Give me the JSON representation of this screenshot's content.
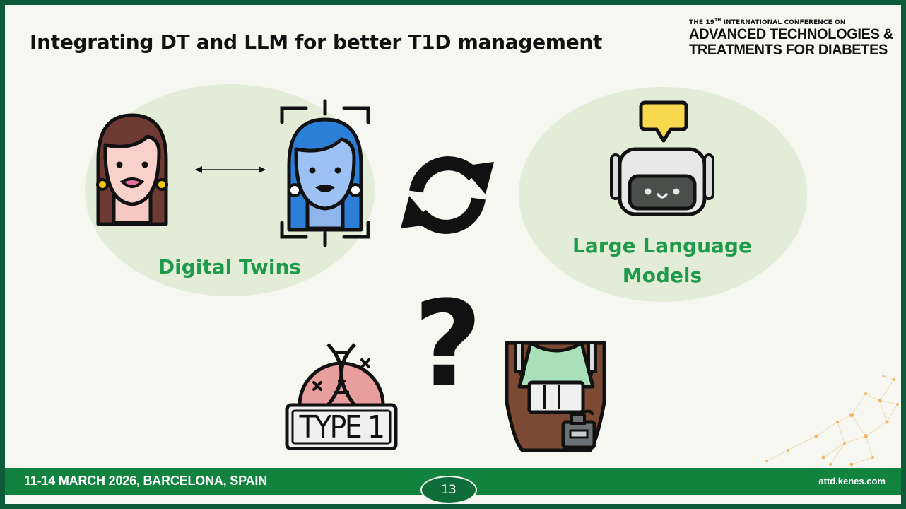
{
  "slide": {
    "title": "Integrating DT and LLM for better T1D management",
    "page_number": "13"
  },
  "conference": {
    "line1_prefix": "THE 19",
    "line1_sup": "TH",
    "line1_suffix": " INTERNATIONAL CONFERENCE ON",
    "line2": "ADVANCED TECHNOLOGIES &",
    "line3": "TREATMENTS FOR DIABETES"
  },
  "labels": {
    "digital_twins": "Digital Twins",
    "llm_line1": "Large Language",
    "llm_line2": "Models",
    "type1_badge": "TYPE 1",
    "question": "?"
  },
  "footer": {
    "date_location": "11-14 MARCH 2026, BARCELONA, SPAIN",
    "url": "attd.kenes.com"
  },
  "colors": {
    "green_label": "#1f9a4c",
    "footer_green": "#12823f",
    "frame_green": "#0d5c37",
    "ellipse": "#e3ecd6"
  },
  "icons": [
    "woman-avatar-icon",
    "bidirectional-arrow-icon",
    "digital-twin-avatar-icon",
    "refresh-cycle-icon",
    "robot-chat-icon",
    "dna-type1-icon",
    "insulin-pump-person-icon"
  ]
}
